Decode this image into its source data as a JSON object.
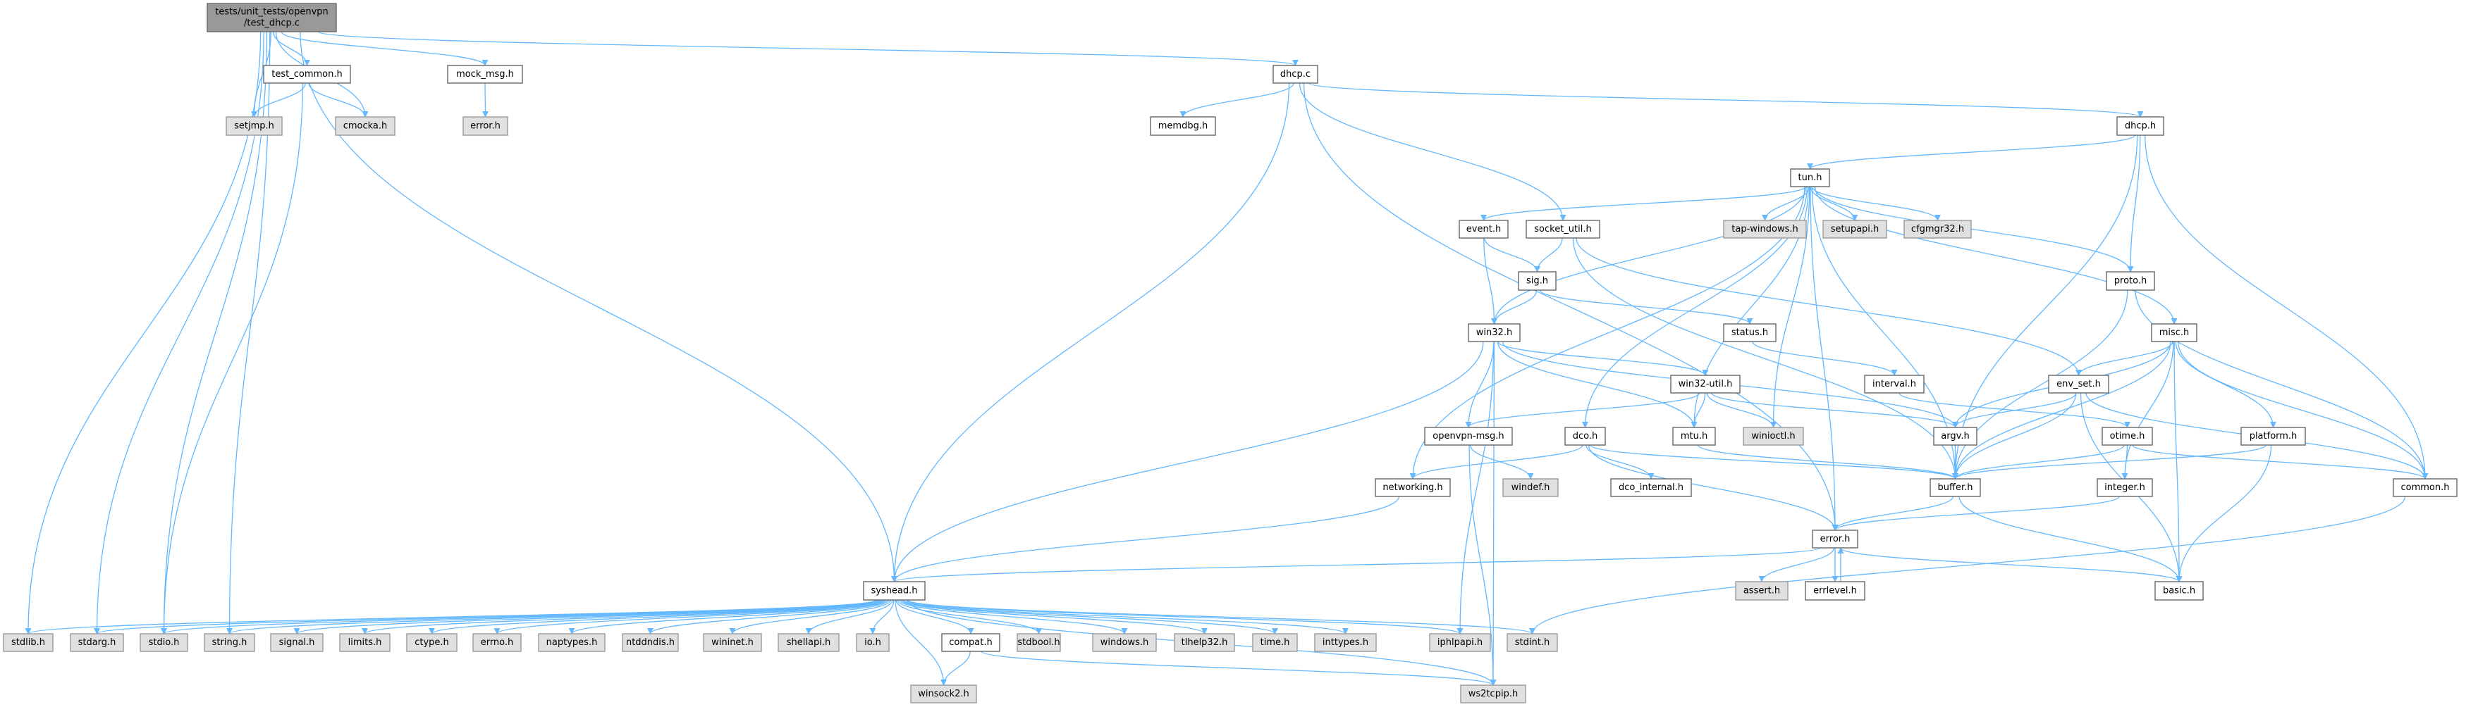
{
  "colors": {
    "edge": "#63b8ff",
    "node_fill": "#ffffff",
    "node_border": "#666666",
    "external_fill": "#e0e0e0",
    "external_border": "#999999",
    "root_fill": "#999999",
    "root_border": "#666666"
  },
  "nodes": [
    {
      "id": "test_dhcp",
      "label": [
        "tests/unit_tests/openvpn",
        "/test_dhcp.c"
      ],
      "kind": "root"
    },
    {
      "id": "test_common",
      "label": [
        "test_common.h"
      ],
      "kind": "file"
    },
    {
      "id": "mock_msg",
      "label": [
        "mock_msg.h"
      ],
      "kind": "file"
    },
    {
      "id": "dhcp_c",
      "label": [
        "dhcp.c"
      ],
      "kind": "file"
    },
    {
      "id": "setjmp",
      "label": [
        "setjmp.h"
      ],
      "kind": "external"
    },
    {
      "id": "cmocka",
      "label": [
        "cmocka.h"
      ],
      "kind": "external"
    },
    {
      "id": "error_ext",
      "label": [
        "error.h"
      ],
      "kind": "external"
    },
    {
      "id": "memdbg",
      "label": [
        "memdbg.h"
      ],
      "kind": "file"
    },
    {
      "id": "dhcp_h",
      "label": [
        "dhcp.h"
      ],
      "kind": "file"
    },
    {
      "id": "tun",
      "label": [
        "tun.h"
      ],
      "kind": "file"
    },
    {
      "id": "event",
      "label": [
        "event.h"
      ],
      "kind": "file"
    },
    {
      "id": "socket_util",
      "label": [
        "socket_util.h"
      ],
      "kind": "file"
    },
    {
      "id": "tap_windows",
      "label": [
        "tap-windows.h"
      ],
      "kind": "external"
    },
    {
      "id": "setupapi",
      "label": [
        "setupapi.h"
      ],
      "kind": "external"
    },
    {
      "id": "cfgmgr32",
      "label": [
        "cfgmgr32.h"
      ],
      "kind": "external"
    },
    {
      "id": "sig",
      "label": [
        "sig.h"
      ],
      "kind": "file"
    },
    {
      "id": "proto",
      "label": [
        "proto.h"
      ],
      "kind": "file"
    },
    {
      "id": "win32",
      "label": [
        "win32.h"
      ],
      "kind": "file"
    },
    {
      "id": "status",
      "label": [
        "status.h"
      ],
      "kind": "file"
    },
    {
      "id": "misc",
      "label": [
        "misc.h"
      ],
      "kind": "file"
    },
    {
      "id": "win32_util",
      "label": [
        "win32-util.h"
      ],
      "kind": "file"
    },
    {
      "id": "interval",
      "label": [
        "interval.h"
      ],
      "kind": "file"
    },
    {
      "id": "env_set",
      "label": [
        "env_set.h"
      ],
      "kind": "file"
    },
    {
      "id": "openvpn_msg",
      "label": [
        "openvpn-msg.h"
      ],
      "kind": "file"
    },
    {
      "id": "dco",
      "label": [
        "dco.h"
      ],
      "kind": "file"
    },
    {
      "id": "mtu",
      "label": [
        "mtu.h"
      ],
      "kind": "file"
    },
    {
      "id": "winioctl",
      "label": [
        "winioctl.h"
      ],
      "kind": "external"
    },
    {
      "id": "argv",
      "label": [
        "argv.h"
      ],
      "kind": "file"
    },
    {
      "id": "otime",
      "label": [
        "otime.h"
      ],
      "kind": "file"
    },
    {
      "id": "platform",
      "label": [
        "platform.h"
      ],
      "kind": "file"
    },
    {
      "id": "networking",
      "label": [
        "networking.h"
      ],
      "kind": "file"
    },
    {
      "id": "windef",
      "label": [
        "windef.h"
      ],
      "kind": "external"
    },
    {
      "id": "dco_internal",
      "label": [
        "dco_internal.h"
      ],
      "kind": "file"
    },
    {
      "id": "buffer",
      "label": [
        "buffer.h"
      ],
      "kind": "file"
    },
    {
      "id": "integer",
      "label": [
        "integer.h"
      ],
      "kind": "file"
    },
    {
      "id": "common",
      "label": [
        "common.h"
      ],
      "kind": "file"
    },
    {
      "id": "error",
      "label": [
        "error.h"
      ],
      "kind": "file"
    },
    {
      "id": "assert",
      "label": [
        "assert.h"
      ],
      "kind": "external"
    },
    {
      "id": "errlevel",
      "label": [
        "errlevel.h"
      ],
      "kind": "file"
    },
    {
      "id": "basic",
      "label": [
        "basic.h"
      ],
      "kind": "file"
    },
    {
      "id": "syshead",
      "label": [
        "syshead.h"
      ],
      "kind": "file"
    },
    {
      "id": "stdlib",
      "label": [
        "stdlib.h"
      ],
      "kind": "external"
    },
    {
      "id": "stdarg",
      "label": [
        "stdarg.h"
      ],
      "kind": "external"
    },
    {
      "id": "stdio",
      "label": [
        "stdio.h"
      ],
      "kind": "external"
    },
    {
      "id": "string",
      "label": [
        "string.h"
      ],
      "kind": "external"
    },
    {
      "id": "signal",
      "label": [
        "signal.h"
      ],
      "kind": "external"
    },
    {
      "id": "limits",
      "label": [
        "limits.h"
      ],
      "kind": "external"
    },
    {
      "id": "ctype",
      "label": [
        "ctype.h"
      ],
      "kind": "external"
    },
    {
      "id": "errno",
      "label": [
        "errno.h"
      ],
      "kind": "external"
    },
    {
      "id": "naptypes",
      "label": [
        "naptypes.h"
      ],
      "kind": "external"
    },
    {
      "id": "ntddndis",
      "label": [
        "ntddndis.h"
      ],
      "kind": "external"
    },
    {
      "id": "wininet",
      "label": [
        "wininet.h"
      ],
      "kind": "external"
    },
    {
      "id": "shellapi",
      "label": [
        "shellapi.h"
      ],
      "kind": "external"
    },
    {
      "id": "io",
      "label": [
        "io.h"
      ],
      "kind": "external"
    },
    {
      "id": "compat",
      "label": [
        "compat.h"
      ],
      "kind": "file"
    },
    {
      "id": "stdbool",
      "label": [
        "stdbool.h"
      ],
      "kind": "external"
    },
    {
      "id": "windows",
      "label": [
        "windows.h"
      ],
      "kind": "external"
    },
    {
      "id": "tlhelp32",
      "label": [
        "tlhelp32.h"
      ],
      "kind": "external"
    },
    {
      "id": "time",
      "label": [
        "time.h"
      ],
      "kind": "external"
    },
    {
      "id": "inttypes",
      "label": [
        "inttypes.h"
      ],
      "kind": "external"
    },
    {
      "id": "iphlpapi",
      "label": [
        "iphlpapi.h"
      ],
      "kind": "external"
    },
    {
      "id": "stdint",
      "label": [
        "stdint.h"
      ],
      "kind": "external"
    },
    {
      "id": "winsock2",
      "label": [
        "winsock2.h"
      ],
      "kind": "external"
    },
    {
      "id": "ws2tcpip",
      "label": [
        "ws2tcpip.h"
      ],
      "kind": "external"
    }
  ],
  "edges": [
    [
      "test_dhcp",
      "stdlib"
    ],
    [
      "test_dhcp",
      "stdarg"
    ],
    [
      "test_dhcp",
      "stdio"
    ],
    [
      "test_dhcp",
      "string"
    ],
    [
      "test_dhcp",
      "setjmp"
    ],
    [
      "test_dhcp",
      "test_common"
    ],
    [
      "test_dhcp",
      "cmocka"
    ],
    [
      "test_dhcp",
      "syshead"
    ],
    [
      "test_dhcp",
      "mock_msg"
    ],
    [
      "test_dhcp",
      "dhcp_c"
    ],
    [
      "test_common",
      "setjmp"
    ],
    [
      "test_common",
      "cmocka"
    ],
    [
      "test_common",
      "stdio"
    ],
    [
      "mock_msg",
      "error_ext"
    ],
    [
      "dhcp_c",
      "memdbg"
    ],
    [
      "dhcp_c",
      "syshead"
    ],
    [
      "dhcp_c",
      "error"
    ],
    [
      "dhcp_c",
      "socket_util"
    ],
    [
      "dhcp_c",
      "dhcp_h"
    ],
    [
      "dhcp_h",
      "tun"
    ],
    [
      "dhcp_h",
      "proto"
    ],
    [
      "dhcp_h",
      "buffer"
    ],
    [
      "dhcp_h",
      "common"
    ],
    [
      "tun",
      "event"
    ],
    [
      "tun",
      "win32"
    ],
    [
      "tun",
      "networking"
    ],
    [
      "tun",
      "dco"
    ],
    [
      "tun",
      "tap_windows"
    ],
    [
      "tun",
      "setupapi"
    ],
    [
      "tun",
      "cfgmgr32"
    ],
    [
      "tun",
      "proto"
    ],
    [
      "tun",
      "misc"
    ],
    [
      "tun",
      "winioctl"
    ],
    [
      "tun",
      "mtu"
    ],
    [
      "tun",
      "buffer"
    ],
    [
      "tun",
      "error"
    ],
    [
      "event",
      "win32"
    ],
    [
      "event",
      "sig"
    ],
    [
      "socket_util",
      "sig"
    ],
    [
      "socket_util",
      "buffer"
    ],
    [
      "socket_util",
      "env_set"
    ],
    [
      "sig",
      "win32"
    ],
    [
      "sig",
      "status"
    ],
    [
      "status",
      "interval"
    ],
    [
      "interval",
      "otime"
    ],
    [
      "win32",
      "syshead"
    ],
    [
      "win32",
      "openvpn_msg"
    ],
    [
      "win32",
      "win32_util"
    ],
    [
      "win32",
      "mtu"
    ],
    [
      "win32",
      "argv"
    ],
    [
      "win32",
      "iphlpapi"
    ],
    [
      "win32",
      "ws2tcpip"
    ],
    [
      "win32_util",
      "openvpn_msg"
    ],
    [
      "win32_util",
      "mtu"
    ],
    [
      "win32_util",
      "winioctl"
    ],
    [
      "win32_util",
      "argv"
    ],
    [
      "openvpn_msg",
      "windef"
    ],
    [
      "openvpn_msg",
      "ws2tcpip"
    ],
    [
      "dco",
      "networking"
    ],
    [
      "dco",
      "dco_internal"
    ],
    [
      "dco",
      "buffer"
    ],
    [
      "dco",
      "error"
    ],
    [
      "mtu",
      "buffer"
    ],
    [
      "argv",
      "buffer"
    ],
    [
      "proto",
      "buffer"
    ],
    [
      "proto",
      "common"
    ],
    [
      "misc",
      "env_set"
    ],
    [
      "misc",
      "argv"
    ],
    [
      "misc",
      "buffer"
    ],
    [
      "misc",
      "integer"
    ],
    [
      "misc",
      "platform"
    ],
    [
      "misc",
      "basic"
    ],
    [
      "misc",
      "common"
    ],
    [
      "env_set",
      "argv"
    ],
    [
      "env_set",
      "buffer"
    ],
    [
      "env_set",
      "common"
    ],
    [
      "env_set",
      "basic"
    ],
    [
      "otime",
      "buffer"
    ],
    [
      "otime",
      "integer"
    ],
    [
      "otime",
      "common"
    ],
    [
      "platform",
      "buffer"
    ],
    [
      "platform",
      "basic"
    ],
    [
      "buffer",
      "error"
    ],
    [
      "buffer",
      "basic"
    ],
    [
      "integer",
      "error"
    ],
    [
      "common",
      "stdint"
    ],
    [
      "error",
      "syshead"
    ],
    [
      "error",
      "assert"
    ],
    [
      "error",
      "errlevel"
    ],
    [
      "error",
      "basic"
    ],
    [
      "errlevel",
      "error"
    ],
    [
      "networking",
      "syshead"
    ],
    [
      "syshead",
      "stdlib"
    ],
    [
      "syshead",
      "stdarg"
    ],
    [
      "syshead",
      "stdio"
    ],
    [
      "syshead",
      "string"
    ],
    [
      "syshead",
      "signal"
    ],
    [
      "syshead",
      "limits"
    ],
    [
      "syshead",
      "ctype"
    ],
    [
      "syshead",
      "errno"
    ],
    [
      "syshead",
      "naptypes"
    ],
    [
      "syshead",
      "ntddndis"
    ],
    [
      "syshead",
      "wininet"
    ],
    [
      "syshead",
      "shellapi"
    ],
    [
      "syshead",
      "io"
    ],
    [
      "syshead",
      "compat"
    ],
    [
      "syshead",
      "stdbool"
    ],
    [
      "syshead",
      "windows"
    ],
    [
      "syshead",
      "tlhelp32"
    ],
    [
      "syshead",
      "time"
    ],
    [
      "syshead",
      "inttypes"
    ],
    [
      "syshead",
      "iphlpapi"
    ],
    [
      "syshead",
      "stdint"
    ],
    [
      "syshead",
      "winsock2"
    ],
    [
      "syshead",
      "ws2tcpip"
    ],
    [
      "compat",
      "winsock2"
    ],
    [
      "compat",
      "ws2tcpip"
    ]
  ]
}
